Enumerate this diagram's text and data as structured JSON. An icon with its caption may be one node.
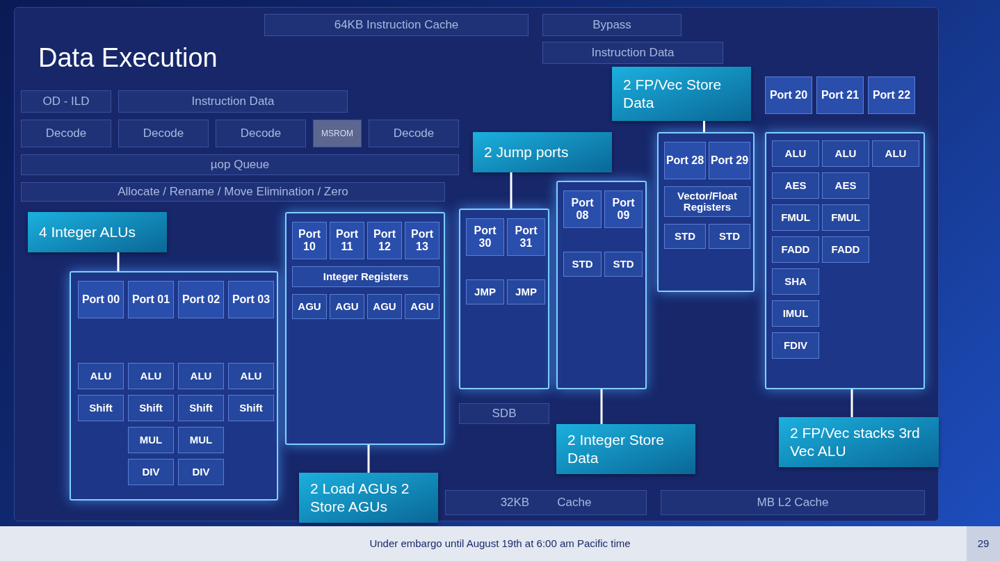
{
  "diagram": {
    "title": "Data Execution",
    "nodes": [
      {
        "text": [
          "64KB Instruction Cache"
        ]
      },
      {
        "text": [
          "Bypass"
        ]
      },
      {
        "text": [
          "Instruction Data"
        ]
      },
      {
        "text": [
          "OD - ILD"
        ]
      },
      {
        "text": [
          "Instruction Data"
        ]
      },
      {
        "text": [
          "Decode"
        ]
      },
      {
        "text": [
          "Decode"
        ]
      },
      {
        "text": [
          "Decode"
        ]
      },
      {
        "text": [
          "MSROM"
        ]
      },
      {
        "text": [
          "Decode"
        ]
      },
      {
        "text": [
          "µop Queue"
        ]
      },
      {
        "text": [
          "Allocate / Rename / Move Elimination / Zero"
        ]
      },
      {
        "text": [
          "4 Integer ALUs"
        ]
      },
      {
        "text": [
          "2 Jump ports"
        ]
      },
      {
        "text": [
          "2 FP/Vec Store Data"
        ]
      },
      {
        "text": [],
        "shape": "box"
      },
      {
        "text": [
          "Port 00"
        ],
        "in": 15
      },
      {
        "text": [
          "Port 01"
        ],
        "in": 15
      },
      {
        "text": [
          "Port 02"
        ],
        "in": 15
      },
      {
        "text": [
          "Port 03"
        ],
        "in": 15
      },
      {
        "text": [
          "ALU"
        ],
        "in": 15
      },
      {
        "text": [
          "ALU"
        ],
        "in": 15
      },
      {
        "text": [
          "ALU"
        ],
        "in": 15
      },
      {
        "text": [
          "ALU"
        ],
        "in": 15
      },
      {
        "text": [
          "Shift"
        ],
        "in": 15
      },
      {
        "text": [
          "Shift"
        ],
        "in": 15
      },
      {
        "text": [
          "Shift"
        ],
        "in": 15
      },
      {
        "text": [
          "Shift"
        ],
        "in": 15
      },
      {
        "text": [
          "MUL"
        ],
        "in": 15
      },
      {
        "text": [
          "MUL"
        ],
        "in": 15
      },
      {
        "text": [
          "DIV"
        ],
        "in": 15
      },
      {
        "text": [
          "DIV"
        ],
        "in": 15
      },
      {
        "text": [],
        "shape": "box"
      },
      {
        "text": [
          "Port 10"
        ],
        "in": 32
      },
      {
        "text": [
          "Port 11"
        ],
        "in": 32
      },
      {
        "text": [
          "Port 12"
        ],
        "in": 32
      },
      {
        "text": [
          "Port 13"
        ],
        "in": 32
      },
      {
        "text": [
          "Integer Registers"
        ],
        "in": 32
      },
      {
        "text": [
          "AGU"
        ],
        "in": 32
      },
      {
        "text": [
          "AGU"
        ],
        "in": 32
      },
      {
        "text": [
          "AGU"
        ],
        "in": 32
      },
      {
        "text": [
          "AGU"
        ],
        "in": 32
      },
      {
        "text": [],
        "shape": "box"
      },
      {
        "text": [
          "Port 30"
        ],
        "in": 42
      },
      {
        "text": [
          "Port 31"
        ],
        "in": 42
      },
      {
        "text": [
          "JMP"
        ],
        "in": 42
      },
      {
        "text": [
          "JMP"
        ],
        "in": 42
      },
      {
        "text": [],
        "shape": "box"
      },
      {
        "text": [
          "Port 08"
        ],
        "in": 47
      },
      {
        "text": [
          "Port 09"
        ],
        "in": 47
      },
      {
        "text": [
          "STD"
        ],
        "in": 47
      },
      {
        "text": [
          "STD"
        ],
        "in": 47
      },
      {
        "text": [],
        "shape": "box"
      },
      {
        "text": [
          "Port 28"
        ],
        "in": 52
      },
      {
        "text": [
          "Port 29"
        ],
        "in": 52
      },
      {
        "text": [
          "Vector/Float Registers"
        ],
        "in": 52
      },
      {
        "text": [
          "STD"
        ],
        "in": 52
      },
      {
        "text": [
          "STD"
        ],
        "in": 52
      },
      {
        "text": [
          "Port 20"
        ]
      },
      {
        "text": [
          "Port 21"
        ]
      },
      {
        "text": [
          "Port 22"
        ]
      },
      {
        "text": [],
        "shape": "box"
      },
      {
        "text": [
          "ALU"
        ],
        "in": 61
      },
      {
        "text": [
          "ALU"
        ],
        "in": 61
      },
      {
        "text": [
          "ALU"
        ],
        "in": 61
      },
      {
        "text": [
          "AES"
        ],
        "in": 61
      },
      {
        "text": [
          "AES"
        ],
        "in": 61
      },
      {
        "text": [
          "FMUL"
        ],
        "in": 61
      },
      {
        "text": [
          "FMUL"
        ],
        "in": 61
      },
      {
        "text": [
          "FADD"
        ],
        "in": 61
      },
      {
        "text": [
          "FADD"
        ],
        "in": 61
      },
      {
        "text": [
          "SHA"
        ],
        "in": 61
      },
      {
        "text": [
          "IMUL"
        ],
        "in": 61
      },
      {
        "text": [
          "FDIV"
        ],
        "in": 61
      },
      {
        "text": [
          "SDB"
        ]
      },
      {
        "text": [
          "2 Load AGUs 2 Store AGUs"
        ]
      },
      {
        "text": [
          "2 Integer Store Data"
        ]
      },
      {
        "text": [
          "2 FP/Vec stacks 3rd Vec ALU"
        ]
      },
      {
        "text": [
          "32KB",
          "Cache"
        ]
      },
      {
        "text": [
          "MB L2 Cache"
        ]
      }
    ],
    "edges": [
      {
        "from": 12,
        "to": 15,
        "arrow": "none"
      },
      {
        "from": 13,
        "to": 42,
        "arrow": "none"
      },
      {
        "from": 14,
        "to": 52,
        "arrow": "none"
      },
      {
        "from": 75,
        "to": 32,
        "arrow": "none"
      },
      {
        "from": 76,
        "to": 47,
        "arrow": "none"
      },
      {
        "from": 77,
        "to": 61,
        "arrow": "none"
      }
    ],
    "labels": [
      "Under embargo until August 19th at 6:00 am Pacific time",
      "29"
    ]
  }
}
